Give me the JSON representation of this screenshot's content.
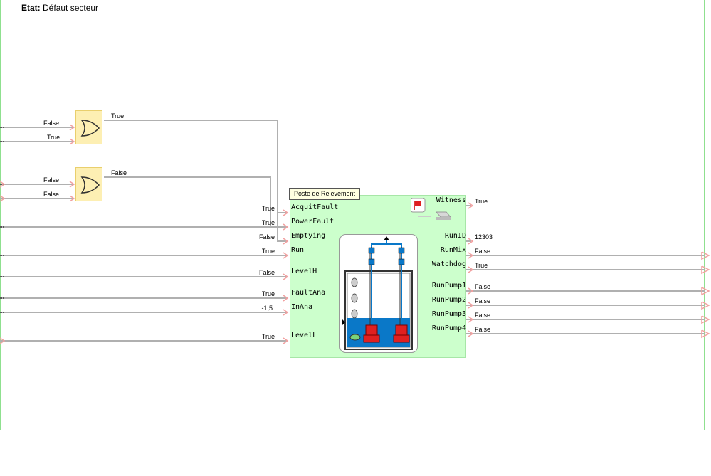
{
  "status": {
    "label": "Etat:",
    "value": "Défaut secteur"
  },
  "or_gates": [
    {
      "inputs": [
        "False",
        "True"
      ],
      "output": "True"
    },
    {
      "inputs": [
        "False",
        "False"
      ],
      "output": "False"
    }
  ],
  "block": {
    "title": "Poste de Relevement",
    "inputs": [
      {
        "name": "AcquitFault",
        "value": "True"
      },
      {
        "name": "PowerFault",
        "value": "True"
      },
      {
        "name": "Emptying",
        "value": "False"
      },
      {
        "name": "Run",
        "value": "True"
      },
      {
        "name": "LevelH",
        "value": "False"
      },
      {
        "name": "FaultAna",
        "value": "True"
      },
      {
        "name": "InAna",
        "value": "-1,5"
      },
      {
        "name": "LevelL",
        "value": "True"
      }
    ],
    "outputs": [
      {
        "name": "Witness",
        "value": "True"
      },
      {
        "name": "RunID",
        "value": "12303"
      },
      {
        "name": "RunMix",
        "value": "False"
      },
      {
        "name": "Watchdog",
        "value": "True"
      },
      {
        "name": "RunPump1",
        "value": "False"
      },
      {
        "name": "RunPump2",
        "value": "False"
      },
      {
        "name": "RunPump3",
        "value": "False"
      },
      {
        "name": "RunPump4",
        "value": "False"
      }
    ]
  },
  "colors": {
    "wire": "#b0b0b0",
    "arrow": "#f2a0a0",
    "block_bg": "#ccffcc",
    "gate_bg": "#fdefb3",
    "rail": "#8fe08f",
    "water": "#0a78c8",
    "pump": "#e02020"
  }
}
